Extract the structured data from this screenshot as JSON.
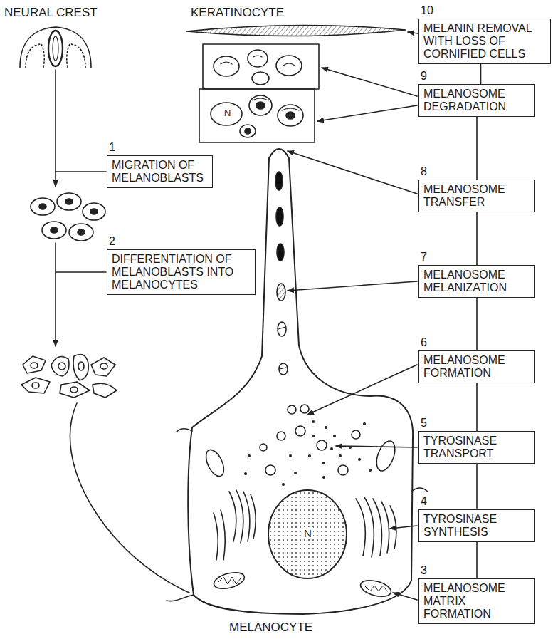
{
  "diagram": {
    "nodes": [
      {
        "text": [
          "1",
          "MIGRATION OF MELANOBLASTS"
        ]
      },
      {
        "text": [
          "2",
          "DIFFERENTIATION OF MELANOBLASTS INTO MELANOCYTES"
        ]
      },
      {
        "text": [
          "3",
          "MELANOSOME MATRIX FORMATION"
        ]
      },
      {
        "text": [
          "4",
          "TYROSINASE SYNTHESIS"
        ]
      },
      {
        "text": [
          "5",
          "TYROSINASE TRANSPORT"
        ]
      },
      {
        "text": [
          "6",
          "MELANOSOME FORMATION"
        ]
      },
      {
        "text": [
          "7",
          "MELANOSOME MELANIZATION"
        ]
      },
      {
        "text": [
          "8",
          "MELANOSOME TRANSFER"
        ]
      },
      {
        "text": [
          "9",
          "MELANOSOME DEGRADATION"
        ]
      },
      {
        "text": [
          "10",
          "MELANIN REMOVAL WITH LOSS OF CORNIFIED CELLS"
        ]
      }
    ],
    "edges": [
      {
        "from": 9,
        "to": 8,
        "arrow": "none"
      },
      {
        "from": 8,
        "to": 7,
        "arrow": "none"
      },
      {
        "from": 7,
        "to": 6,
        "arrow": "none"
      },
      {
        "from": 6,
        "to": 5,
        "arrow": "none"
      },
      {
        "from": 5,
        "to": 4,
        "arrow": "none"
      },
      {
        "from": 4,
        "to": 3,
        "arrow": "none"
      },
      {
        "from": 3,
        "to": 2,
        "arrow": "none"
      }
    ],
    "labels": [
      "NEURAL CREST",
      "KERATINOCYTE",
      "N",
      "N",
      "MELANOCYTE"
    ]
  }
}
